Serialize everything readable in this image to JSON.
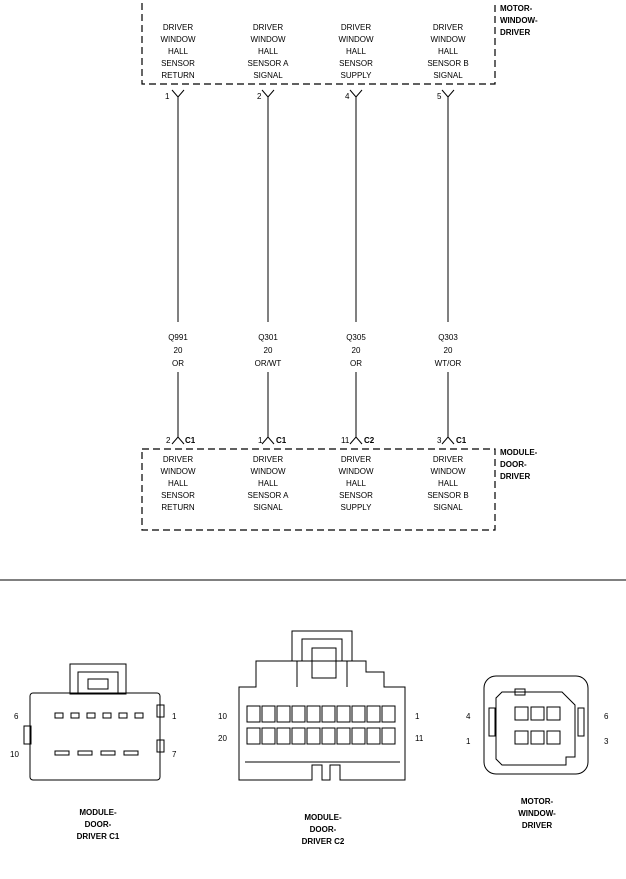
{
  "motor_module": {
    "name_lines": [
      "MOTOR-",
      "WINDOW-",
      "DRIVER"
    ],
    "circuits": [
      {
        "pin": "1",
        "lines": [
          "DRIVER",
          "WINDOW",
          "HALL",
          "SENSOR",
          "RETURN"
        ]
      },
      {
        "pin": "2",
        "lines": [
          "DRIVER",
          "WINDOW",
          "HALL",
          "SENSOR A",
          "SIGNAL"
        ]
      },
      {
        "pin": "4",
        "lines": [
          "DRIVER",
          "WINDOW",
          "HALL",
          "SENSOR",
          "SUPPLY"
        ]
      },
      {
        "pin": "5",
        "lines": [
          "DRIVER",
          "WINDOW",
          "HALL",
          "SENSOR B",
          "SIGNAL"
        ]
      }
    ]
  },
  "wires": [
    {
      "circuit": "Q991",
      "gauge": "20",
      "color": "OR"
    },
    {
      "circuit": "Q301",
      "gauge": "20",
      "color": "OR/WT"
    },
    {
      "circuit": "Q305",
      "gauge": "20",
      "color": "OR"
    },
    {
      "circuit": "Q303",
      "gauge": "20",
      "color": "WT/OR"
    }
  ],
  "door_module": {
    "name_lines": [
      "MODULE-",
      "DOOR-",
      "DRIVER"
    ],
    "circuits": [
      {
        "pin": "2",
        "connector": "C1",
        "lines": [
          "DRIVER",
          "WINDOW",
          "HALL",
          "SENSOR",
          "RETURN"
        ]
      },
      {
        "pin": "1",
        "connector": "C1",
        "lines": [
          "DRIVER",
          "WINDOW",
          "HALL",
          "SENSOR A",
          "SIGNAL"
        ]
      },
      {
        "pin": "11",
        "connector": "C2",
        "lines": [
          "DRIVER",
          "WINDOW",
          "HALL",
          "SENSOR",
          "SUPPLY"
        ]
      },
      {
        "pin": "3",
        "connector": "C1",
        "lines": [
          "DRIVER",
          "WINDOW",
          "HALL",
          "SENSOR B",
          "SIGNAL"
        ]
      }
    ]
  },
  "connector_views": [
    {
      "name_lines": [
        "MODULE-",
        "DOOR-",
        "DRIVER C1"
      ],
      "pins": {
        "top_left": "6",
        "top_right": "1",
        "bottom_left": "10",
        "bottom_right": "7"
      }
    },
    {
      "name_lines": [
        "MODULE-",
        "DOOR-",
        "DRIVER C2"
      ],
      "pins": {
        "top_left": "10",
        "top_right": "1",
        "bottom_left": "20",
        "bottom_right": "11"
      }
    },
    {
      "name_lines": [
        "MOTOR-",
        "WINDOW-",
        "DRIVER"
      ],
      "pins": {
        "top_left": "4",
        "top_right": "6",
        "bottom_left": "1",
        "bottom_right": "3"
      }
    }
  ]
}
